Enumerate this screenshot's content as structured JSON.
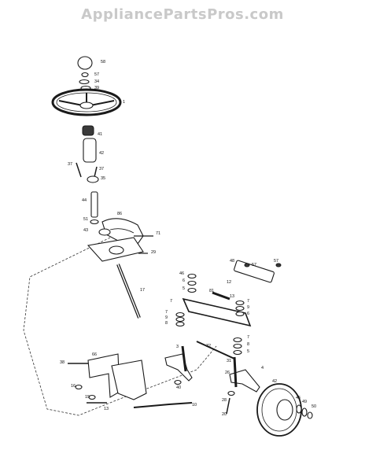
{
  "watermark": "AppliancePartsPros.com",
  "callouts": [
    {
      "id": "c58",
      "text": "58"
    },
    {
      "id": "c57a",
      "text": "57"
    },
    {
      "id": "c34",
      "text": "34"
    },
    {
      "id": "c39",
      "text": "39"
    },
    {
      "id": "c1",
      "text": "1"
    },
    {
      "id": "c41",
      "text": "41"
    },
    {
      "id": "c42",
      "text": "42"
    },
    {
      "id": "c37a",
      "text": "37"
    },
    {
      "id": "c37b",
      "text": "37"
    },
    {
      "id": "c35",
      "text": "35"
    },
    {
      "id": "c44",
      "text": "44"
    },
    {
      "id": "c51",
      "text": "51"
    },
    {
      "id": "c86",
      "text": "86"
    },
    {
      "id": "c43",
      "text": "43"
    },
    {
      "id": "c71",
      "text": "71"
    },
    {
      "id": "c29",
      "text": "29"
    },
    {
      "id": "c17",
      "text": "17"
    },
    {
      "id": "c46",
      "text": "46"
    },
    {
      "id": "c6a",
      "text": "6"
    },
    {
      "id": "c5a",
      "text": "5"
    },
    {
      "id": "c57b",
      "text": "57"
    },
    {
      "id": "c57c",
      "text": "57"
    },
    {
      "id": "c48",
      "text": "48"
    },
    {
      "id": "c12",
      "text": "12"
    },
    {
      "id": "c81",
      "text": "81"
    },
    {
      "id": "c13",
      "text": "13"
    },
    {
      "id": "c7a",
      "text": "7"
    },
    {
      "id": "c7b",
      "text": "7"
    },
    {
      "id": "c9a",
      "text": "9"
    },
    {
      "id": "c8a",
      "text": "8"
    },
    {
      "id": "c7c",
      "text": "7"
    },
    {
      "id": "c9b",
      "text": "9"
    },
    {
      "id": "c6b",
      "text": "6"
    },
    {
      "id": "c3",
      "text": "3"
    },
    {
      "id": "c32",
      "text": "32"
    },
    {
      "id": "c7d",
      "text": "7"
    },
    {
      "id": "c8b",
      "text": "8"
    },
    {
      "id": "c5b",
      "text": "5"
    },
    {
      "id": "c31",
      "text": "31"
    },
    {
      "id": "c4",
      "text": "4"
    },
    {
      "id": "c26",
      "text": "26"
    },
    {
      "id": "c45",
      "text": "45"
    },
    {
      "id": "c28",
      "text": "28"
    },
    {
      "id": "c20",
      "text": "20"
    },
    {
      "id": "c10",
      "text": "10"
    },
    {
      "id": "c40",
      "text": "40"
    },
    {
      "id": "c66",
      "text": "66"
    },
    {
      "id": "c38",
      "text": "38"
    },
    {
      "id": "c15",
      "text": "15"
    },
    {
      "id": "c13b",
      "text": "13"
    },
    {
      "id": "c16",
      "text": "16"
    },
    {
      "id": "c42b",
      "text": "42"
    },
    {
      "id": "c49",
      "text": "49"
    },
    {
      "id": "c50",
      "text": "50"
    }
  ]
}
